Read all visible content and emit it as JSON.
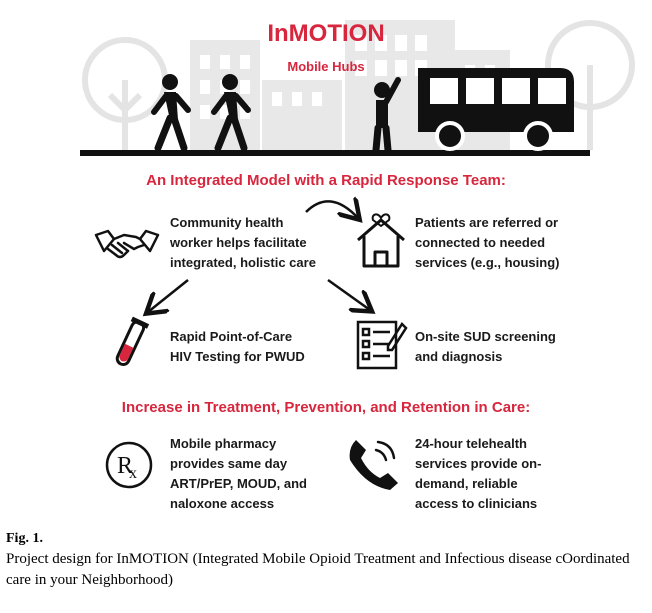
{
  "header": {
    "title": "InMOTION",
    "subtitle": "Mobile Hubs"
  },
  "colors": {
    "accent": "#d7263d",
    "ink": "#111111",
    "background_art": "#e6e6e6"
  },
  "section1": {
    "heading": "An Integrated Model with a Rapid Response Team:",
    "items": [
      {
        "icon": "handshake-icon",
        "text": "Community health\nworker helps facilitate\nintegrated, holistic care"
      },
      {
        "icon": "house-heart-icon",
        "text": "Patients are referred or\nconnected to needed\nservices (e.g., housing)"
      },
      {
        "icon": "test-tube-icon",
        "text": "Rapid Point-of-Care\nHIV Testing for PWUD"
      },
      {
        "icon": "checklist-icon",
        "text": "On-site SUD screening\nand diagnosis"
      }
    ]
  },
  "section2": {
    "heading": "Increase in Treatment, Prevention, and Retention in Care:",
    "items": [
      {
        "icon": "rx-icon",
        "text": "Mobile pharmacy\nprovides same day\nART/PrEP, MOUD, and\nnaloxone access"
      },
      {
        "icon": "phone-icon",
        "text": "24-hour telehealth\nservices provide on-\ndemand, reliable\naccess to clinicians"
      }
    ]
  },
  "caption": {
    "label": "Fig. 1.",
    "text": "Project design for InMOTION (Integrated Mobile Opioid Treatment and Infectious disease cOordinated care in your Neighborhood)"
  }
}
